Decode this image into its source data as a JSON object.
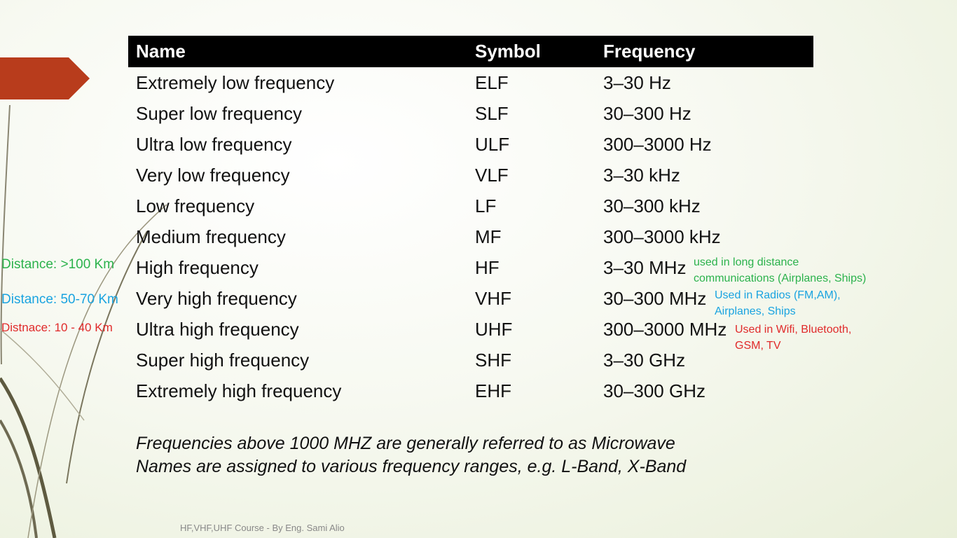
{
  "table": {
    "headers": {
      "name": "Name",
      "symbol": "Symbol",
      "frequency": "Frequency"
    },
    "rows": [
      {
        "name": "Extremely low frequency",
        "symbol": "ELF",
        "frequency": "3–30 Hz"
      },
      {
        "name": "Super low frequency",
        "symbol": "SLF",
        "frequency": "30–300 Hz"
      },
      {
        "name": "Ultra low frequency",
        "symbol": "ULF",
        "frequency": "300–3000 Hz"
      },
      {
        "name": "Very low frequency",
        "symbol": "VLF",
        "frequency": "3–30 kHz"
      },
      {
        "name": "Low frequency",
        "symbol": "LF",
        "frequency": "30–300 kHz"
      },
      {
        "name": "Medium frequency",
        "symbol": "MF",
        "frequency": "300–3000 kHz"
      },
      {
        "name": "High frequency",
        "symbol": "HF",
        "frequency": "3–30 MHz"
      },
      {
        "name": "Very high frequency",
        "symbol": "VHF",
        "frequency": "30–300 MHz"
      },
      {
        "name": "Ultra high frequency",
        "symbol": "UHF",
        "frequency": "300–3000 MHz"
      },
      {
        "name": "Super high frequency",
        "symbol": "SHF",
        "frequency": "3–30 GHz"
      },
      {
        "name": "Extremely high frequency",
        "symbol": "EHF",
        "frequency": "30–300 GHz"
      }
    ]
  },
  "annotations": {
    "distance_hf": "Distance: >100 Km",
    "distance_vhf": "Distance: 50-70 Km",
    "distance_uhf": "Distnace:  10 - 40 Km",
    "note_hf": [
      "used in long distance",
      "communications (Airplanes, Ships)"
    ],
    "note_vhf": [
      "Used in Radios (FM,AM),",
      "Airplanes, Ships"
    ],
    "note_uhf": [
      "Used in Wifi, Bluetooth,",
      "GSM, TV"
    ]
  },
  "footnotes": [
    "Frequencies above 1000 MHZ are generally referred to as Microwave",
    "Names are assigned to various frequency ranges, e.g. L-Band, X-Band"
  ],
  "credit": "HF,VHF,UHF Course - By Eng. Sami Alio",
  "colors": {
    "green": "#2bb24c",
    "blue": "#19a3e0",
    "red": "#e02a2a",
    "arrow": "#b83c1c",
    "header_bg": "#000000"
  }
}
